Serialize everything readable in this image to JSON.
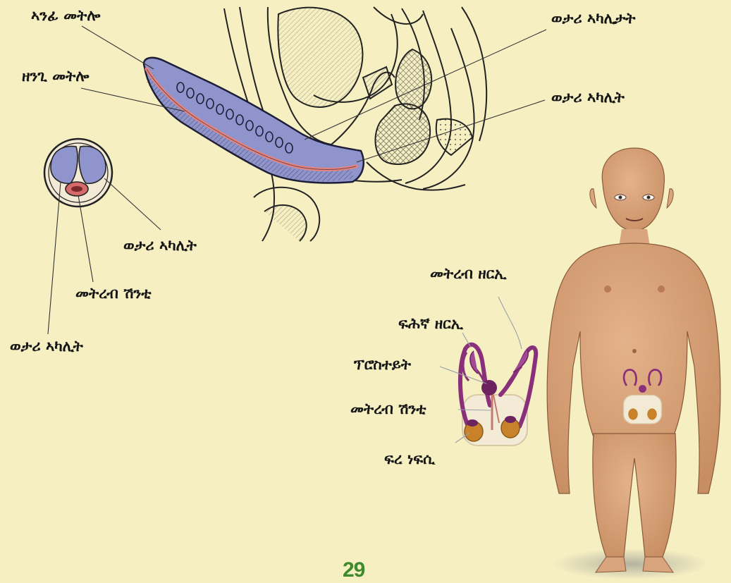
{
  "labels": {
    "glans_penis": "ኣንፊ መትሎ",
    "shaft_penis": "ዘንጊ መትሎ",
    "erectile_tissues": "ወታሪ ኣካሊታት",
    "erectile_tissue_top": "ወታሪ ኣካሊት",
    "erectile_tissue_right": "ወታሪ ኣካሊት",
    "urethra_cross": "መትረብ ሽንቲ",
    "erectile_tissue_left": "ወታሪ ኣካሊት",
    "vas_deferens": "መትረብ ዘርኢ",
    "seminal_vesicle": "ፍሕኛ ዘርኢ",
    "prostate": "ፕሮስተይት",
    "urethra": "መትረብ ሽንቲ",
    "testis": "ፍረ ነፍሲ"
  },
  "page_number": "29",
  "colors": {
    "background": "#f5efc2",
    "erectile_blue": "#8f95cc",
    "urethra_pink": "#e8847c",
    "skin": "#d9a57e",
    "reproductive_purple": "#8a2f7a",
    "testis_orange": "#c9822a",
    "page_number_green": "#3f8a2c"
  }
}
